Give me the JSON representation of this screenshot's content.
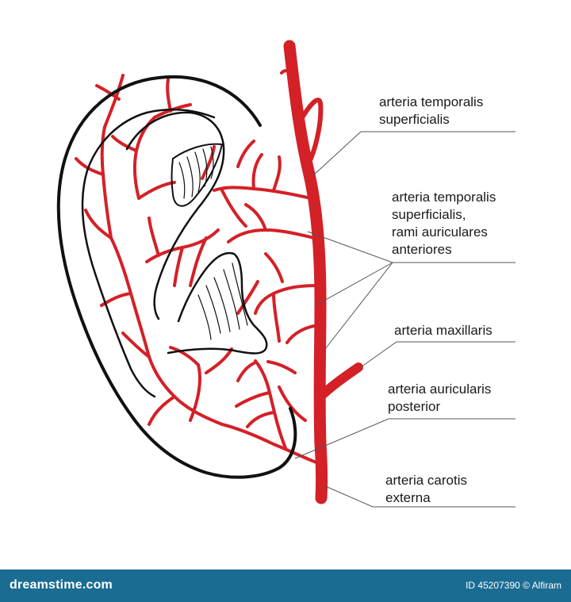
{
  "colors": {
    "artery": "#d42027",
    "outline": "#111111",
    "leader": "#555555",
    "footer": "#1b6c93"
  },
  "labels": [
    {
      "lines": [
        "arteria temporalis",
        "superficialis"
      ]
    },
    {
      "lines": [
        "arteria temporalis",
        "superficialis,",
        "rami auriculares",
        "anteriores"
      ]
    },
    {
      "lines": [
        "arteria maxillaris"
      ]
    },
    {
      "lines": [
        "arteria auricularis",
        "posterior"
      ]
    },
    {
      "lines": [
        "arteria carotis",
        "externa"
      ]
    }
  ],
  "footer": {
    "brand": "dreamstime.com",
    "credit": "ID 45207390 © Alfiram"
  }
}
